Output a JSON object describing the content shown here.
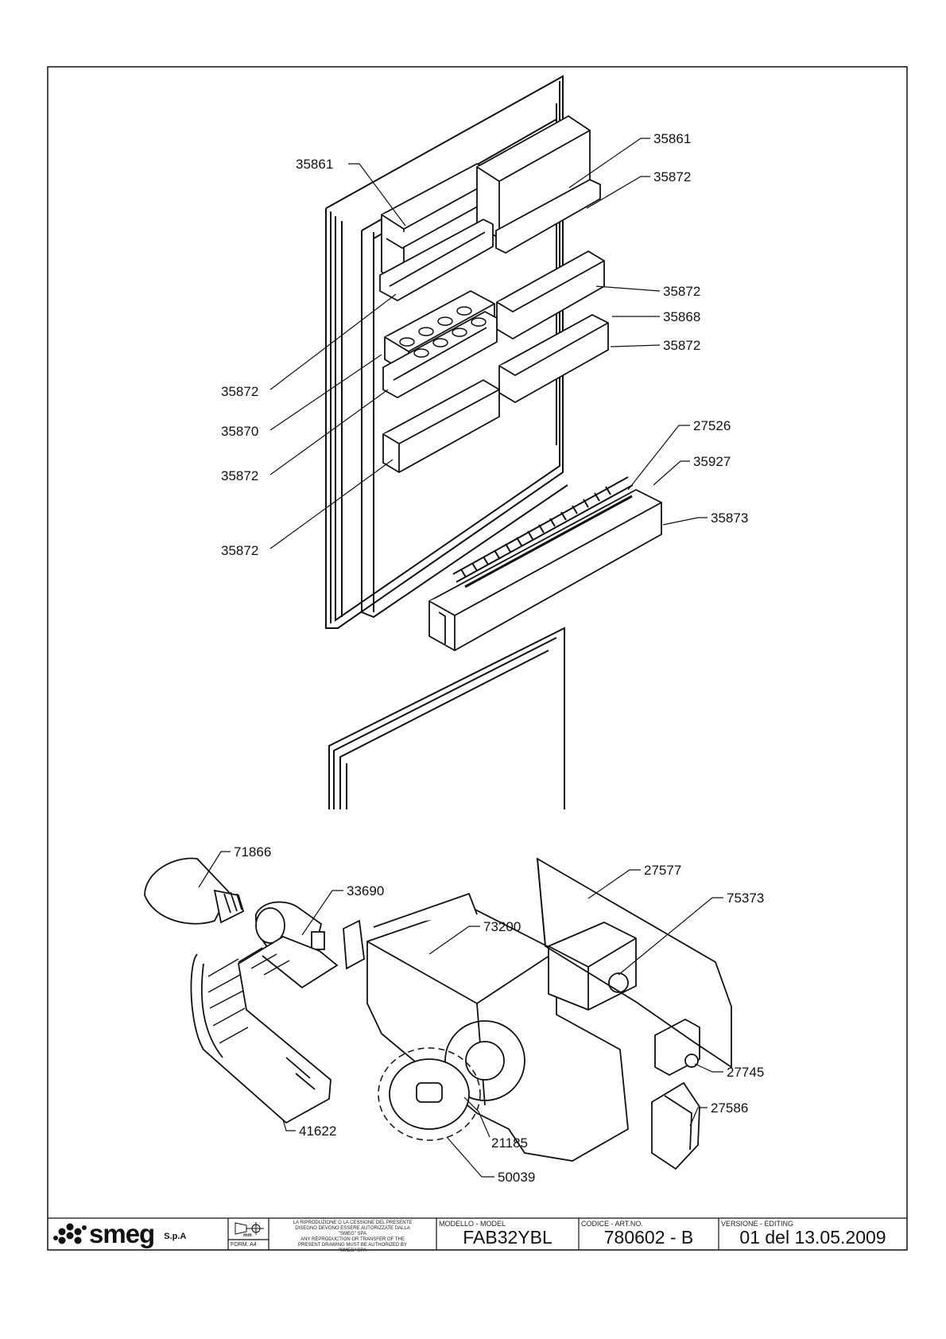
{
  "callouts": {
    "c35861a": "35861",
    "c35861b": "35861",
    "c35872a": "35872",
    "c35872b": "35872",
    "c35868": "35868",
    "c35872c": "35872",
    "c35872d": "35872",
    "c35870": "35870",
    "c35872e": "35872",
    "c35872f": "35872",
    "c27526": "27526",
    "c35927": "35927",
    "c35873": "35873",
    "c71866": "71866",
    "c33690": "33690",
    "c27577": "27577",
    "c75373": "75373",
    "c73200": "73200",
    "c27745": "27745",
    "c27586": "27586",
    "c41622": "41622",
    "c21185": "21185",
    "c50039": "50039"
  },
  "title_block": {
    "brand": "smeg",
    "brand_suffix": "S.p.A",
    "unit": "mm",
    "form": "FORM. A4",
    "legal_it_1": "LA RIPRODUZIONE O LA CESSIONE DEL PRESENTE",
    "legal_it_2": "DISEGNO DEVONO ESSERE AUTORIZZATE DALLA",
    "legal_it_3": "\"SMEG\" SPA",
    "legal_en_1": "ANY REPRODUCTION OR TRANSFER OF THE",
    "legal_en_2": "PRESENT DRAWING MUST BE AUTHORIZED BY",
    "legal_en_3": "\"SMEG\" SPA",
    "model_label": "MODELLO - MODEL",
    "model_value": "FAB32YBL",
    "code_label": "CODICE - ART.NO.",
    "code_value": "780602 - B",
    "version_label": "VERSIONE - EDITING",
    "version_value": "01 del 13.05.2009"
  }
}
